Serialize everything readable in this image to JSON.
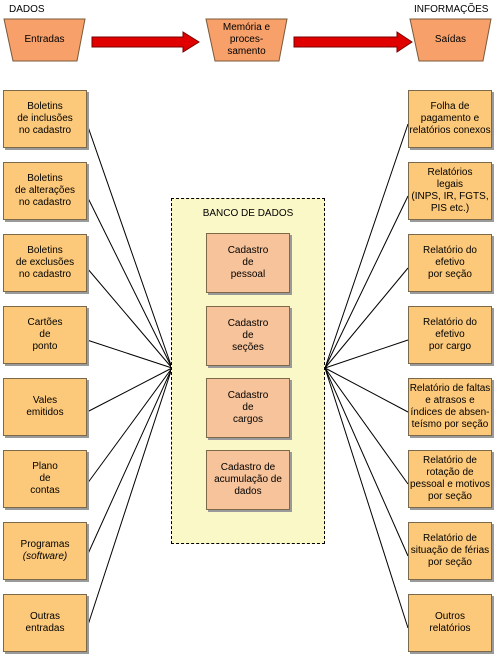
{
  "headers": {
    "dados": "DADOS",
    "informacoes": "INFORMAÇÕES"
  },
  "process": {
    "entradas": "Entradas",
    "memoria": "Memória e\nproces-\nsamento",
    "saidas": "Saídas"
  },
  "bank": {
    "title": "BANCO DE DADOS",
    "items": [
      "Cadastro\nde\npessoal",
      "Cadastro\nde\nseções",
      "Cadastro\nde\ncargos",
      "Cadastro de\nacumulação de\ndados"
    ]
  },
  "inputs": [
    "Boletins\nde inclusões\nno cadastro",
    "Boletins\nde alterações\nno cadastro",
    "Boletins\nde exclusões\nno cadastro",
    "Cartões\nde\nponto",
    "Vales\nemitidos",
    "Plano\nde\ncontas",
    "Programas",
    "Outras\nentradas"
  ],
  "inputs_sub": {
    "software": "(software)"
  },
  "outputs": [
    "Folha de\npagamento e\nrelatórios conexos",
    "Relatórios\nlegais\n(INPS, IR, FGTS,\nPIS etc.)",
    "Relatório do\nefetivo\npor seção",
    "Relatório do\nefetivo\npor cargo",
    "Relatório de faltas\ne atrasos e\níndices de absen-\nteísmo por seção",
    "Relatório de\nrotação de\npessoal e motivos\npor seção",
    "Relatório de\nsituação de férias\npor seção",
    "Outros\nrelatórios"
  ],
  "colors": {
    "box": "#fcc97a",
    "trapezoid": "#f7a06a",
    "arrow": "#e00000",
    "bank": "#fbf8c8"
  }
}
